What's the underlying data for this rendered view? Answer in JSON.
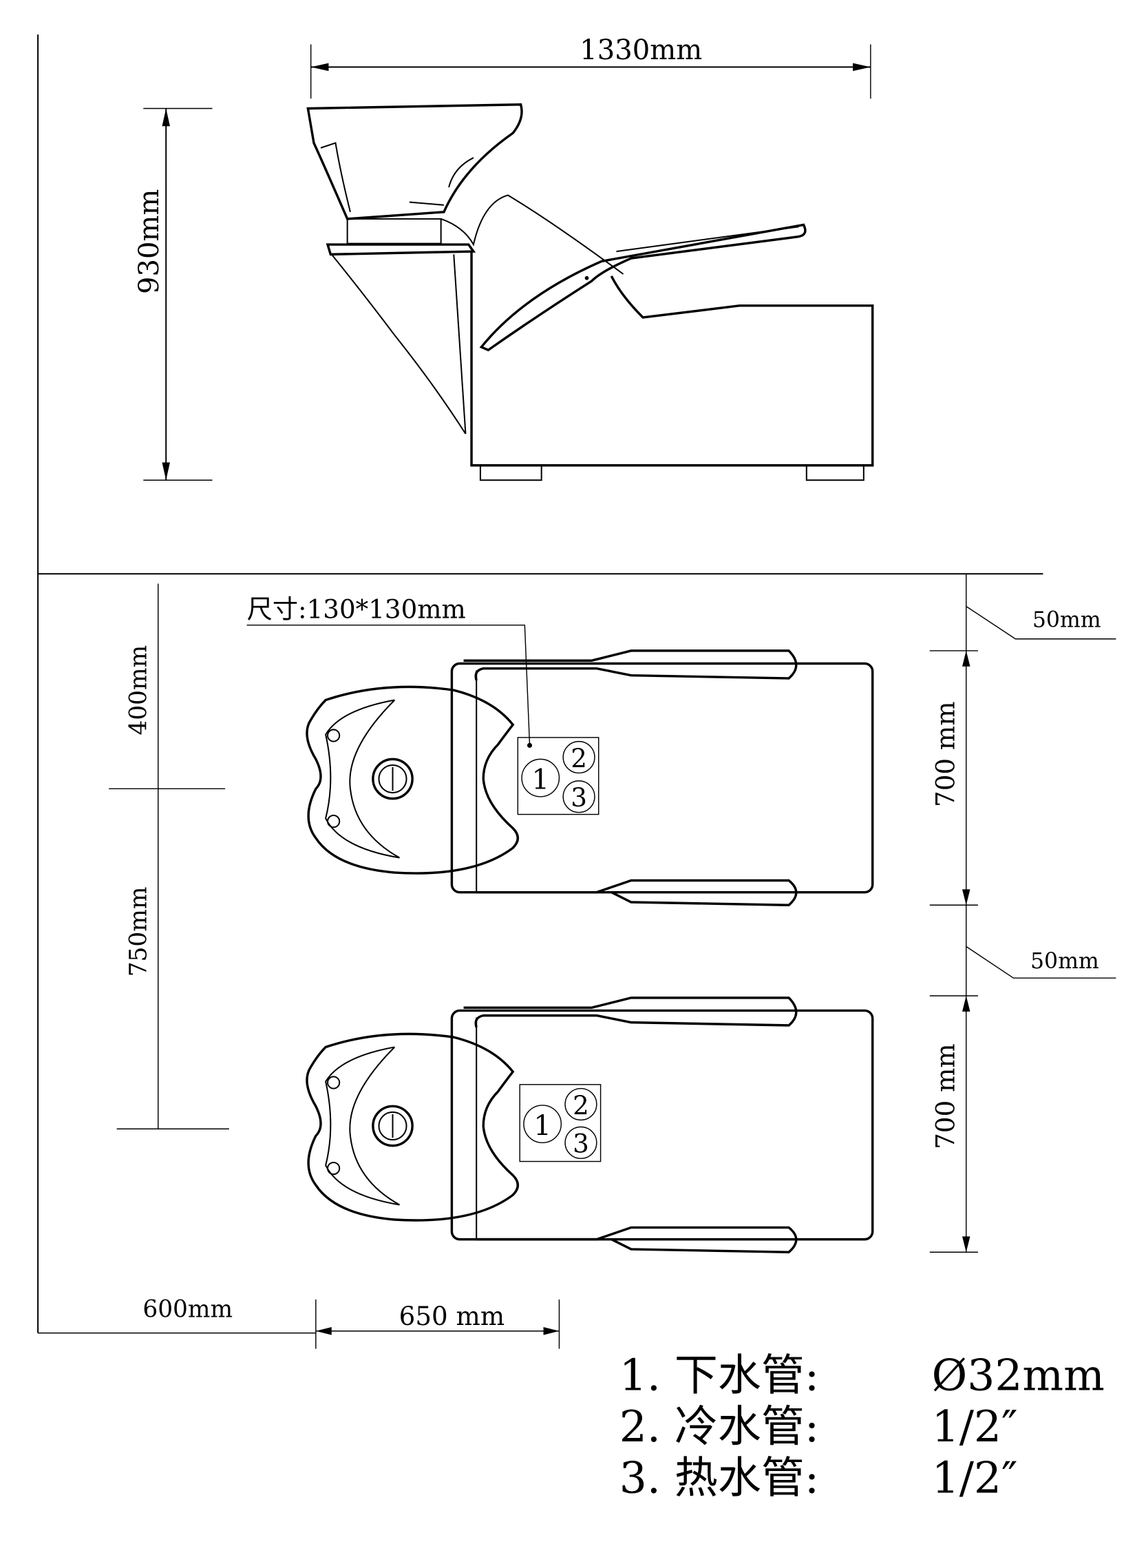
{
  "dimensions": {
    "overall_length": "1330mm",
    "height": "930mm",
    "front_clearance": "400mm",
    "spacing_vertical": "750mm",
    "chair_width_1": "700 mm",
    "chair_width_2": "700 mm",
    "gap_1": "50mm",
    "gap_2": "50mm",
    "wall_offset": "600mm",
    "pipe_offset": "650 mm"
  },
  "pipe_box": {
    "label": "尺寸:130*130mm",
    "markers": [
      "1",
      "2",
      "3"
    ]
  },
  "legend": [
    {
      "item": "1. 下水管:",
      "value": "Ø32mm"
    },
    {
      "item": "2. 冷水管:",
      "value": "1/2″"
    },
    {
      "item": "3. 热水管:",
      "value": "1/2″"
    }
  ]
}
